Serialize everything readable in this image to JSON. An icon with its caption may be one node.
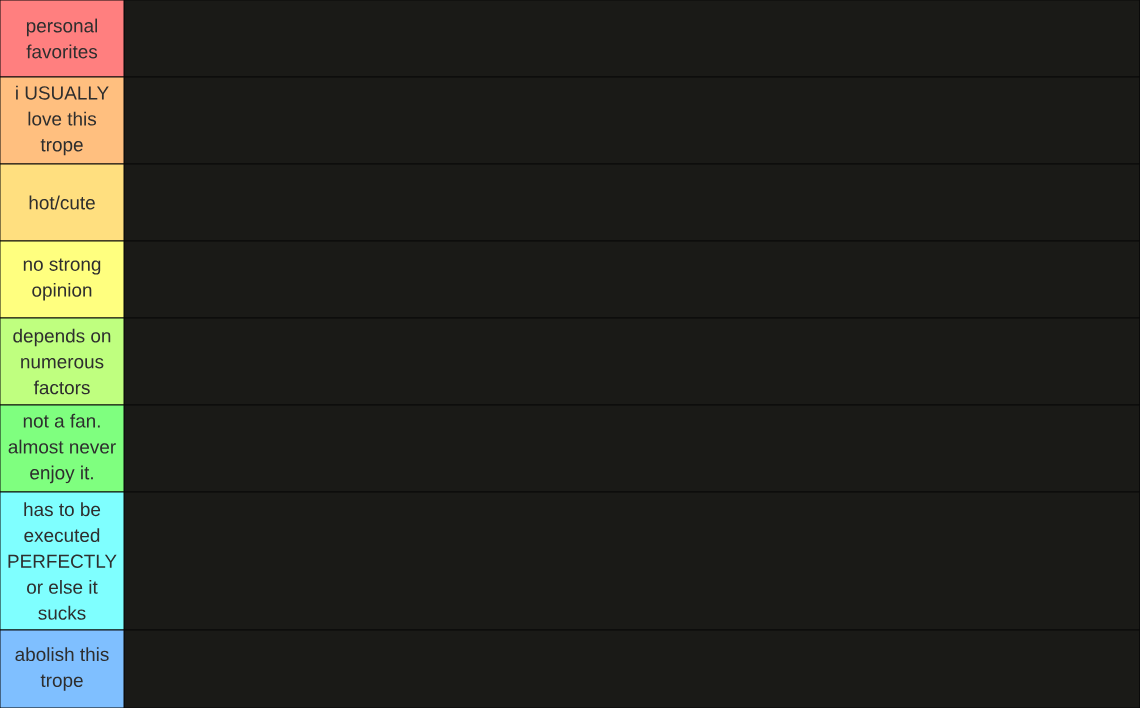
{
  "diagram": {
    "nodes": [
      {
        "text": [
          "personal favorites"
        ]
      },
      {
        "text": [
          "i USUALLY love this trope"
        ]
      },
      {
        "text": [
          "hot/cute"
        ]
      },
      {
        "text": [
          "no strong opinion"
        ]
      },
      {
        "text": [
          "depends on numerous factors"
        ]
      },
      {
        "text": [
          "not a fan. almost never enjoy it."
        ]
      },
      {
        "text": [
          "has to be executed PERFECTLY or else it sucks"
        ]
      },
      {
        "text": [
          "abolish this trope"
        ]
      }
    ]
  }
}
